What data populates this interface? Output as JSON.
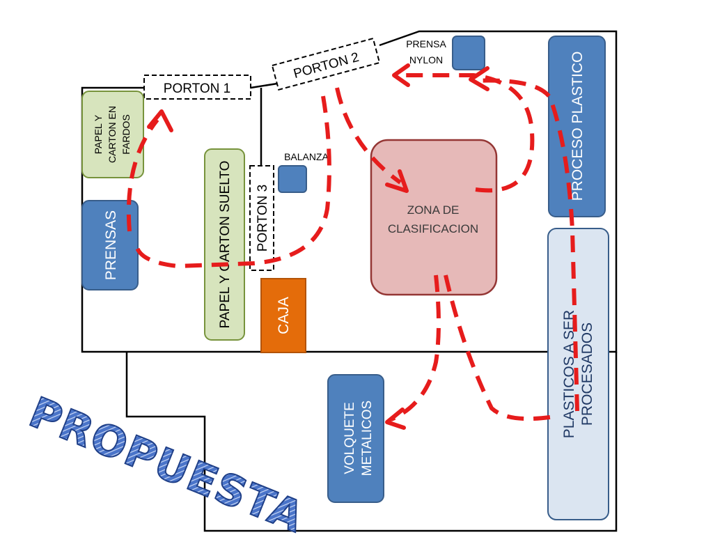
{
  "gates": {
    "porton1": "PORTON 1",
    "porton2": "PORTON 2",
    "porton3": "PORTON 3"
  },
  "zones": {
    "prensa_nylon_line1": "PRENSA",
    "prensa_nylon_line2": "NYLON",
    "balanza": "BALANZA",
    "papel_fardos_line1": "PAPEL Y",
    "papel_fardos_line2": "CARTON EN",
    "papel_fardos_line3": "FARDOS",
    "prensas": "PRENSAS",
    "papel_suelto": "PAPEL Y CARTON SUELTO",
    "caja": "CAJA",
    "clasificacion_line1": "ZONA DE",
    "clasificacion_line2": "CLASIFICACION",
    "proceso_plastico": "PROCESO PLASTICO",
    "plasticos_line1": "PLASTICOS A SER",
    "plasticos_line2": "PROCESADOS",
    "volquete_line1": "VOLQUETE",
    "volquete_line2": "METALICOS"
  },
  "title": "PROPUESTA",
  "colors": {
    "blue_fill": "#4f81bd",
    "blue_stroke": "#385d8a",
    "green_fill": "#d7e4bd",
    "green_stroke": "#77933c",
    "pink_fill": "#e6b9b8",
    "pink_stroke": "#943634",
    "orange_fill": "#e46c0a",
    "light_blue_fill": "#dbe5f1",
    "arrow_red": "#e61c1c",
    "title_blue": "#2e5597"
  }
}
